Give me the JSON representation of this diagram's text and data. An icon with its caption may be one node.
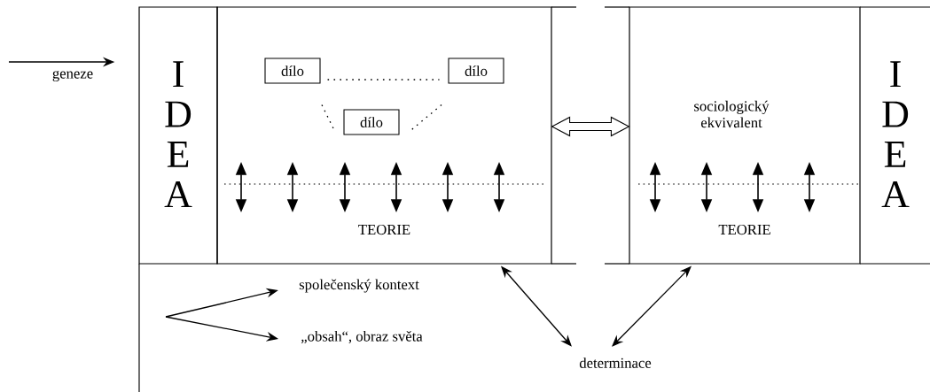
{
  "diagram": {
    "nodes": [
      {
        "text": [
          "I D E A"
        ]
      },
      {
        "text": [
          "TEORIE"
        ]
      },
      {
        "text": [
          "dílo"
        ],
        "in": 1
      },
      {
        "text": [
          "dílo"
        ],
        "in": 1
      },
      {
        "text": [
          "dílo"
        ],
        "in": 1
      },
      {
        "text": [
          "sociologický ekvivalent",
          "TEORIE"
        ]
      },
      {
        "text": [
          "I D E A"
        ]
      },
      {
        "text": [
          "společenský kontext"
        ]
      },
      {
        "text": [
          "„obsah“, obraz světa"
        ]
      },
      {
        "text": [
          "determinace"
        ]
      }
    ],
    "edges": [
      {
        "from": null,
        "to": 0,
        "arrow": "to",
        "label": "geneze"
      },
      {
        "from": 2,
        "to": 3,
        "arrow": "none",
        "style": "dashed"
      },
      {
        "from": 2,
        "to": 4,
        "arrow": "none",
        "style": "dashed"
      },
      {
        "from": 3,
        "to": 4,
        "arrow": "none",
        "style": "dashed"
      },
      {
        "from": 1,
        "to": 5,
        "arrow": "both",
        "style": "thick"
      },
      {
        "from": null,
        "to": 7,
        "arrow": "to"
      },
      {
        "from": null,
        "to": 8,
        "arrow": "to"
      },
      {
        "from": 9,
        "to": 1,
        "arrow": "both"
      },
      {
        "from": 9,
        "to": 5,
        "arrow": "both"
      }
    ]
  }
}
